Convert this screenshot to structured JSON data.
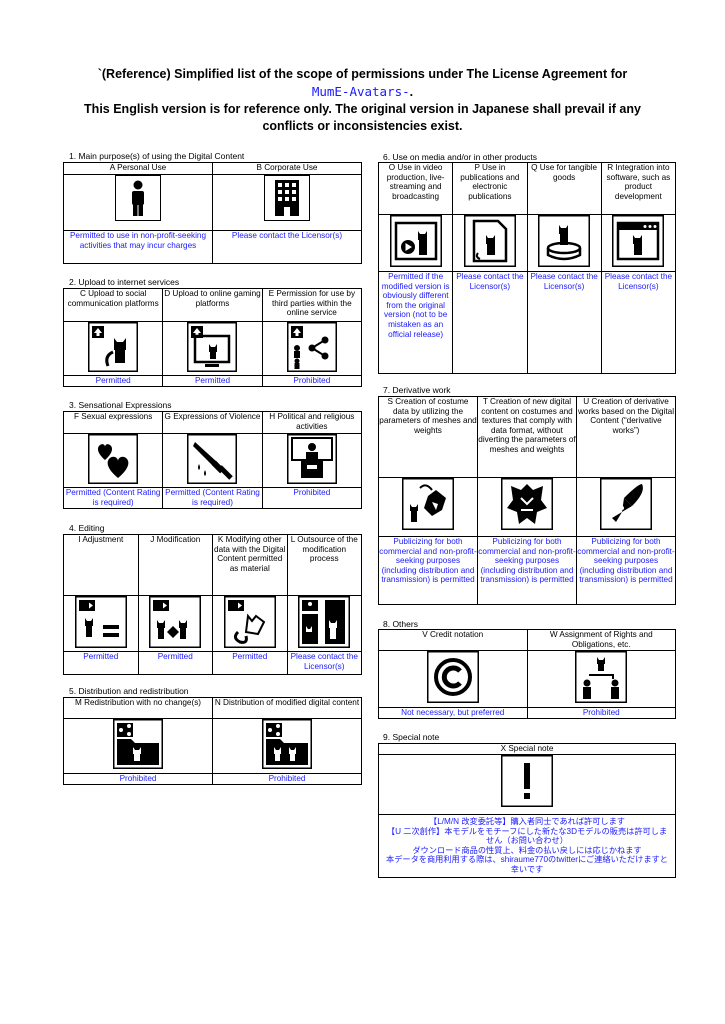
{
  "header": {
    "line1": "`(Reference) Simplified list of the scope of permissions under The License Agreement for",
    "product": "MumE-Avatars-",
    "product_dot": ".",
    "line3": "This English version is for reference only. The original version in Japanese shall prevail if any conflicts or inconsistencies exist."
  },
  "s1": {
    "label": "1. Main purpose(s) of using the Digital Content",
    "cols": [
      {
        "title": "A Personal Use",
        "icon": "person-icon",
        "perm": "Permitted to use in non-profit-seeking activities that may incur charges"
      },
      {
        "title": "B  Corporate Use",
        "icon": "building-icon",
        "perm": "Please contact the Licensor(s)"
      }
    ]
  },
  "s2": {
    "label": "2. Upload to internet services",
    "cols": [
      {
        "title": "C Upload to social communication platforms",
        "icon": "upload-social-icon",
        "perm": "Permitted"
      },
      {
        "title": "D Upload to online gaming platforms",
        "icon": "upload-game-icon",
        "perm": "Permitted"
      },
      {
        "title": "E Permission for use by third parties within the online service",
        "icon": "share-third-party-icon",
        "perm": "Prohibited"
      }
    ]
  },
  "s3": {
    "label": "3. Sensational Expressions",
    "cols": [
      {
        "title": "F Sexual expressions",
        "icon": "hearts-icon",
        "perm": "Permitted (Content Rating is required)"
      },
      {
        "title": "G Expressions of Violence",
        "icon": "knife-icon",
        "perm": "Permitted (Content Rating is required)"
      },
      {
        "title": "H Political and religious activities",
        "icon": "podium-icon",
        "perm": "Prohibited"
      }
    ]
  },
  "s4": {
    "label": "4. Editing",
    "cols": [
      {
        "title": "I Adjustment",
        "icon": "adjust-icon",
        "perm": "Permitted"
      },
      {
        "title": "J Modification",
        "icon": "modify-icon",
        "perm": "Permitted"
      },
      {
        "title": "K Modifying other data with the Digital Content permitted as material",
        "icon": "material-icon",
        "perm": "Permitted"
      },
      {
        "title": "L Outsource of the modification process",
        "icon": "outsource-icon",
        "perm": "Please contact the Licensor(s)"
      }
    ]
  },
  "s5": {
    "label": "5. Distribution and redistribution",
    "cols": [
      {
        "title": "M Redistribution with no change(s)",
        "icon": "redistribute-icon",
        "perm": "Prohibited"
      },
      {
        "title": "N Distribution of modified digital content",
        "icon": "redistribute-modified-icon",
        "perm": "Prohibited"
      }
    ]
  },
  "s6": {
    "label": "6. Use on media and/or in other products",
    "cols": [
      {
        "title": "O Use in video production, live-streaming and broadcasting",
        "icon": "video-icon",
        "perm": "Permitted if the modified version is obviously different from the original version (not to be mistaken as an official release)"
      },
      {
        "title": "P Use in publications and electronic publications",
        "icon": "publication-icon",
        "perm": "Please contact the Licensor(s)"
      },
      {
        "title": "Q Use for tangible goods",
        "icon": "goods-icon",
        "perm": "Please contact the Licensor(s)"
      },
      {
        "title": "R Integration into software, such as product development",
        "icon": "software-icon",
        "perm": "Please contact the Licensor(s)"
      }
    ]
  },
  "s7": {
    "label": "7. Derivative work",
    "cols": [
      {
        "title": "S Creation of costume data by utilizing the parameters of meshes and weights",
        "icon": "costume-icon",
        "perm": "Publicizing for both commercial and non-profit-seeking purposes (including distribution and transmission) is permitted"
      },
      {
        "title": "T Creation of new digital content on costumes and textures that comply with data format, without diverting the parameters of meshes and weights",
        "icon": "texture-icon",
        "perm": "Publicizing for both commercial and non-profit-seeking purposes (including distribution and transmission) is permitted"
      },
      {
        "title": "U Creation of derivative works based on the Digital Content (“derivative works”)",
        "icon": "pen-icon",
        "perm": "Publicizing for both commercial and non-profit-seeking purposes (including distribution and transmission) is permitted"
      }
    ]
  },
  "s8": {
    "label": "8. Others",
    "cols": [
      {
        "title": "V Credit notation",
        "icon": "copyright-icon",
        "perm": "Not necessary, but preferred"
      },
      {
        "title": "W Assignment of Rights and Obligations, etc.",
        "icon": "assignment-icon",
        "perm": "Prohibited"
      }
    ]
  },
  "s9": {
    "label": "9. Special note",
    "title": "X Special note",
    "icon": "exclamation-icon",
    "lines": [
      "【L/M/N 改変委託等】購入者同士であれば許可します",
      "【U 二次創作】本モデルをモチーフにした新たな3Dモデルの販売は許可しません（お問い合わせ）",
      "ダウンロード商品の性質上、料金の払い戻しには応じかねます",
      "本データを商用利用する際は、shiraume770のtwitterにご連絡いただけますと幸いです"
    ]
  }
}
